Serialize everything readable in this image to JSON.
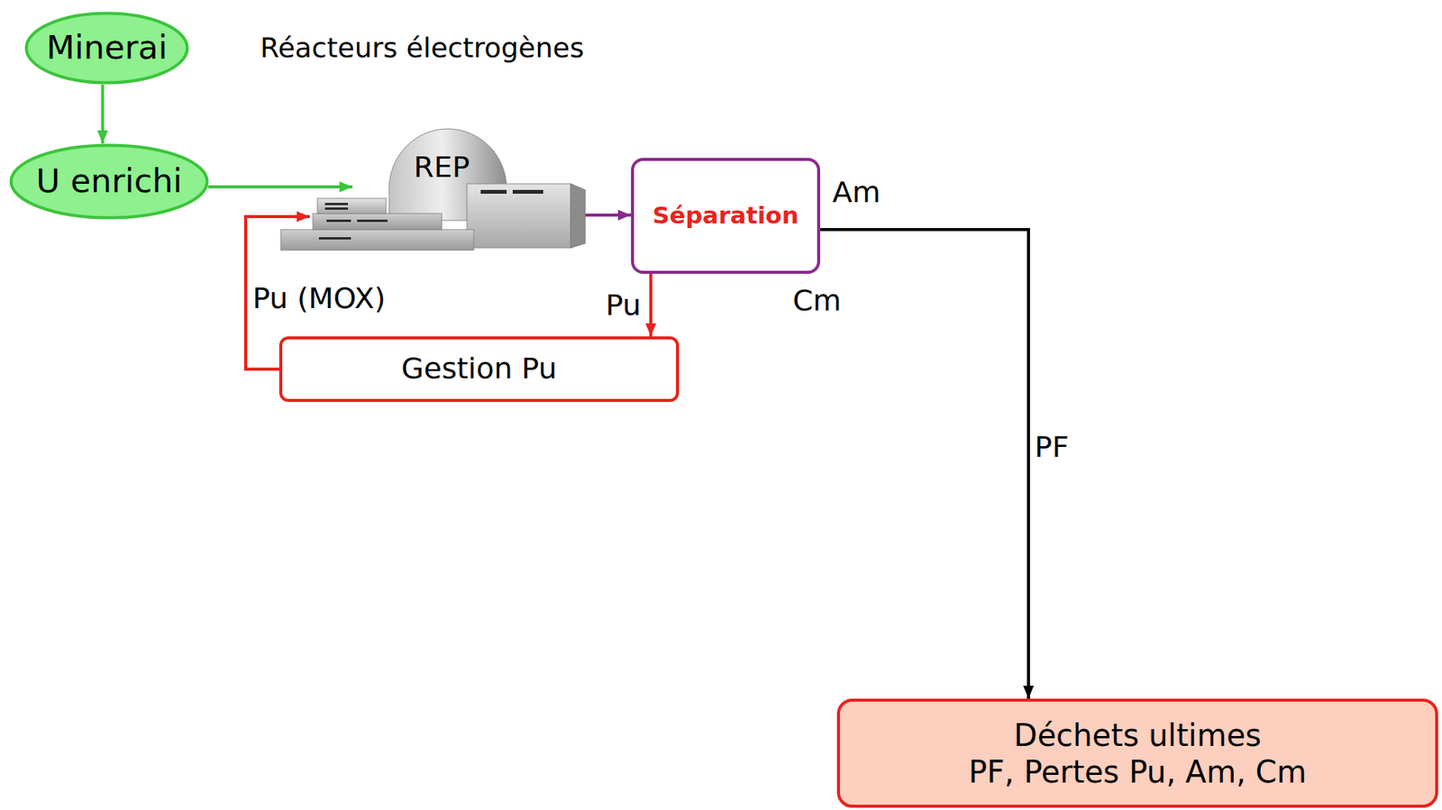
{
  "diagram": {
    "title": "Réacteurs électrogènes",
    "nodes": [
      {
        "text": [
          "Minerai"
        ]
      },
      {
        "text": [
          "U enrichi"
        ]
      },
      {
        "text": [
          "REP"
        ]
      },
      {
        "text": [
          "Séparation"
        ]
      },
      {
        "text": [
          "Gestion Pu"
        ]
      },
      {
        "text": [
          "Déchets ultimes",
          "PF, Pertes Pu, Am, Cm"
        ]
      }
    ],
    "edges": [
      {
        "from": 0,
        "to": 1,
        "arrow": "to"
      },
      {
        "from": 1,
        "to": 2,
        "arrow": "to"
      },
      {
        "from": 2,
        "to": 3,
        "arrow": "to"
      },
      {
        "from": 3,
        "to": 4,
        "label": "Pu",
        "arrow": "to"
      },
      {
        "from": 4,
        "to": 2,
        "label": "Pu (MOX)",
        "arrow": "to"
      },
      {
        "from": 3,
        "to": 5,
        "label": "PF",
        "arrow": "to"
      }
    ],
    "labels": [
      "Am",
      "Cm"
    ]
  }
}
